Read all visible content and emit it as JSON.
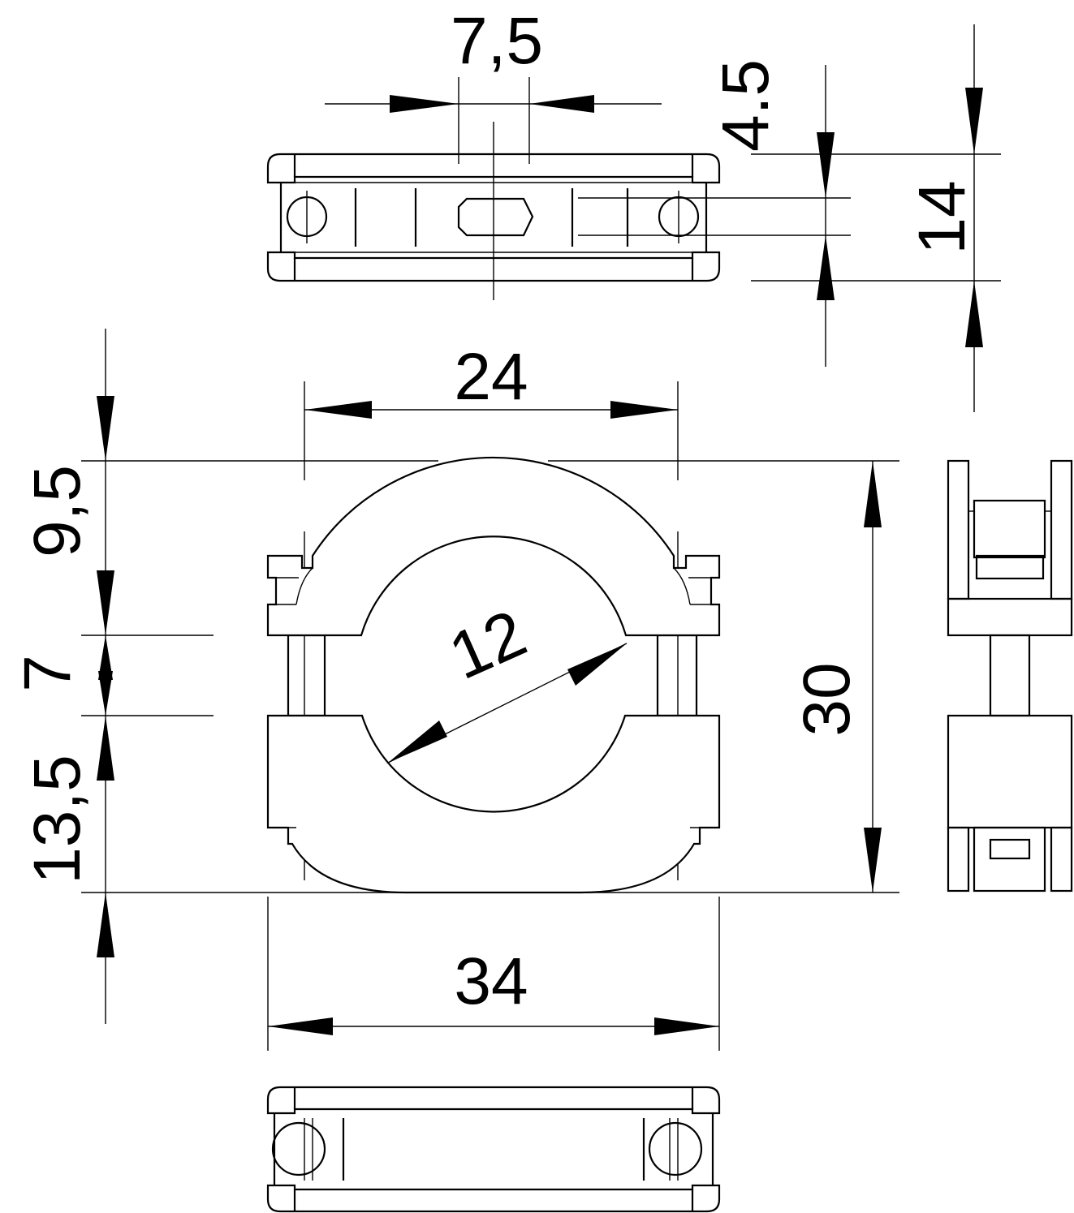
{
  "drawing": {
    "line_color": "#000000",
    "background": "#ffffff",
    "dimensions": {
      "slot_width": "7,5",
      "slot_height": "4.5",
      "height_top": "14",
      "inner_width": "24",
      "upper_height": "9,5",
      "gap_height": "7",
      "lower_height": "13,5",
      "bore_diameter": "12",
      "total_height": "30",
      "total_width": "34"
    }
  }
}
